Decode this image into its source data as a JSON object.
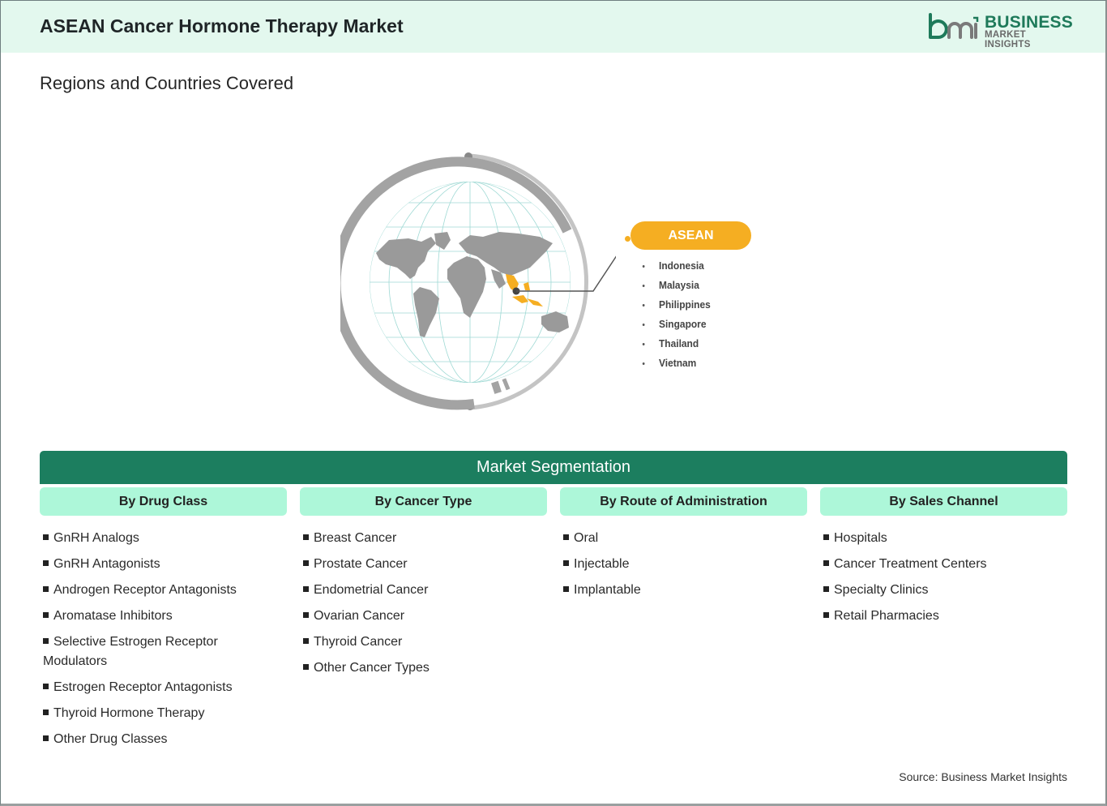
{
  "header": {
    "title": "ASEAN Cancer Hormone Therapy Market",
    "logo": {
      "line1": "BUSINESS",
      "line2": "MARKET INSIGHTS",
      "mark": "bmi"
    }
  },
  "regions": {
    "subtitle": "Regions and Countries Covered",
    "region_name": "ASEAN",
    "countries": [
      "Indonesia",
      "Malaysia",
      "Philippines",
      "Singapore",
      "Thailand",
      "Vietnam"
    ]
  },
  "segmentation": {
    "title": "Market Segmentation",
    "columns": [
      {
        "heading": "By Drug Class",
        "items": [
          "GnRH Analogs",
          "GnRH Antagonists",
          "Androgen Receptor Antagonists",
          "Aromatase Inhibitors",
          "Selective Estrogen Receptor Modulators",
          "Estrogen Receptor Antagonists",
          "Thyroid Hormone Therapy",
          "Other Drug Classes"
        ]
      },
      {
        "heading": "By Cancer Type",
        "items": [
          "Breast Cancer",
          "Prostate Cancer",
          "Endometrial Cancer",
          "Ovarian Cancer",
          "Thyroid Cancer",
          "Other Cancer Types"
        ]
      },
      {
        "heading": "By Route of Administration",
        "items": [
          "Oral",
          "Injectable",
          "Implantable"
        ]
      },
      {
        "heading": "By Sales Channel",
        "items": [
          "Hospitals",
          "Cancer Treatment Centers",
          "Specialty Clinics",
          "Retail Pharmacies"
        ]
      }
    ]
  },
  "footer": {
    "source": "Source: Business Market Insights"
  },
  "colors": {
    "header_bg": "#e3f8ee",
    "brand_green": "#1c7e5f",
    "column_head_bg": "#adf7d9",
    "highlight_orange": "#f5ae22",
    "map_gray": "#9a9a9a"
  }
}
